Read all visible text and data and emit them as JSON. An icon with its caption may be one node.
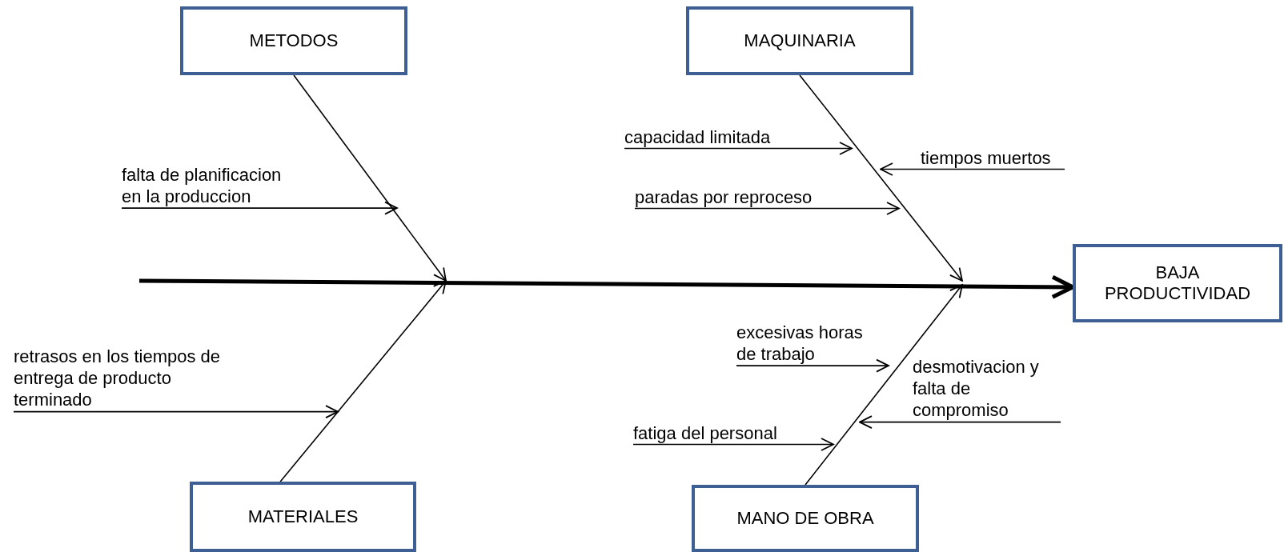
{
  "diagram": {
    "nodes": [
      {
        "text": [
          "METODOS"
        ]
      },
      {
        "text": [
          "MAQUINARIA"
        ]
      },
      {
        "text": [
          "BAJA PRODUCTIVIDAD"
        ]
      },
      {
        "text": [
          "MATERIALES"
        ]
      },
      {
        "text": [
          "MANO DE OBRA"
        ]
      },
      {
        "text": [
          "falta de planificacion en la produccion"
        ]
      },
      {
        "text": [
          "capacidad limitada"
        ]
      },
      {
        "text": [
          "tiempos muertos"
        ]
      },
      {
        "text": [
          "paradas por reproceso"
        ]
      },
      {
        "text": [
          "retrasos en los tiempos de entrega de producto terminado"
        ]
      },
      {
        "text": [
          "excesivas horas de trabajo"
        ]
      },
      {
        "text": [
          "desmotivacion y falta de compromiso"
        ]
      },
      {
        "text": [
          "fatiga del personal"
        ]
      }
    ],
    "edges": [
      {
        "from": null,
        "to": 2,
        "arrow": "to",
        "style": "thick"
      },
      {
        "from": 0,
        "to": null,
        "arrow": "to"
      },
      {
        "from": 1,
        "to": null,
        "arrow": "to"
      },
      {
        "from": 3,
        "to": null,
        "arrow": "to"
      },
      {
        "from": 4,
        "to": null,
        "arrow": "to"
      },
      {
        "from": 5,
        "to": null,
        "arrow": "to"
      },
      {
        "from": 6,
        "to": null,
        "arrow": "to"
      },
      {
        "from": 7,
        "to": null,
        "arrow": "to"
      },
      {
        "from": 8,
        "to": null,
        "arrow": "to"
      },
      {
        "from": 9,
        "to": null,
        "arrow": "to"
      },
      {
        "from": 10,
        "to": null,
        "arrow": "to"
      },
      {
        "from": 11,
        "to": null,
        "arrow": "to"
      },
      {
        "from": 12,
        "to": null,
        "arrow": "to"
      }
    ]
  }
}
